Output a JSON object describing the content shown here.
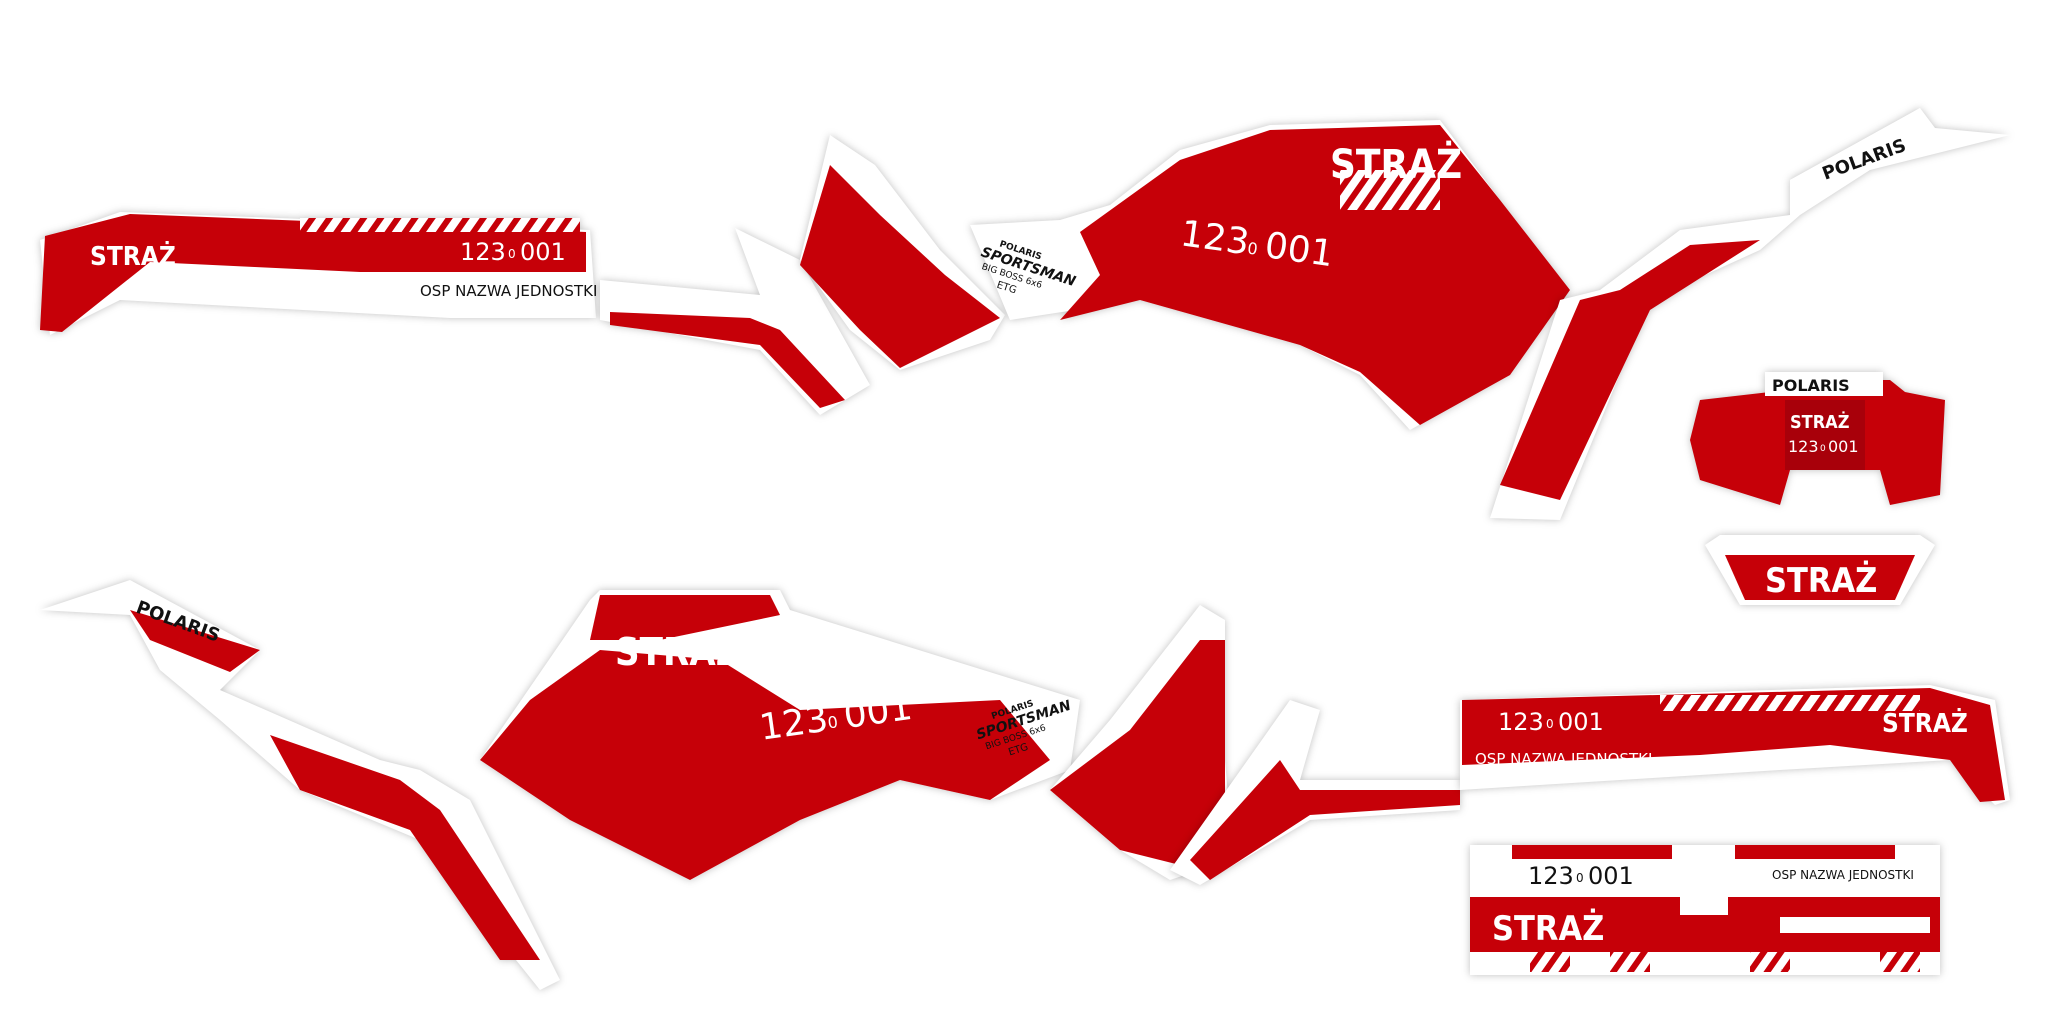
{
  "decals": {
    "word": "STRAŻ",
    "number_prefix": "123",
    "number_mid": "0",
    "number_suffix": "001",
    "unit_name": "OSP NAZWA JEDNOSTKI",
    "brand": "POLARIS",
    "model_line1": "POLARIS",
    "model_line2": "SPORTSMAN",
    "model_line3": "BIG BOSS 6x6",
    "model_line4": "ETG"
  },
  "colors": {
    "primary": "#c60008",
    "secondary": "#ffffff"
  }
}
